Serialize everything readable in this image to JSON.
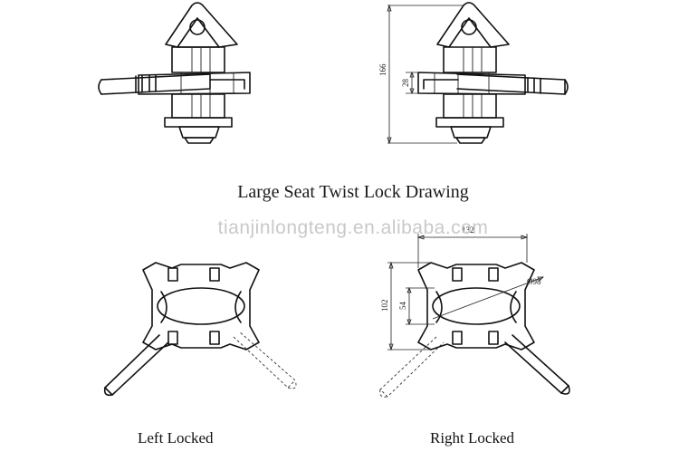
{
  "title": "Large Seat Twist Lock Drawing",
  "watermark": "tianjinlongteng.en.alibaba.com",
  "captions": {
    "left": "Left Locked",
    "right": "Right Locked"
  },
  "dimensions": {
    "height_total": "166",
    "height_handle": "28",
    "width_top": "132",
    "diameter": "Ø98",
    "height_body": "102",
    "height_inner": "54"
  }
}
